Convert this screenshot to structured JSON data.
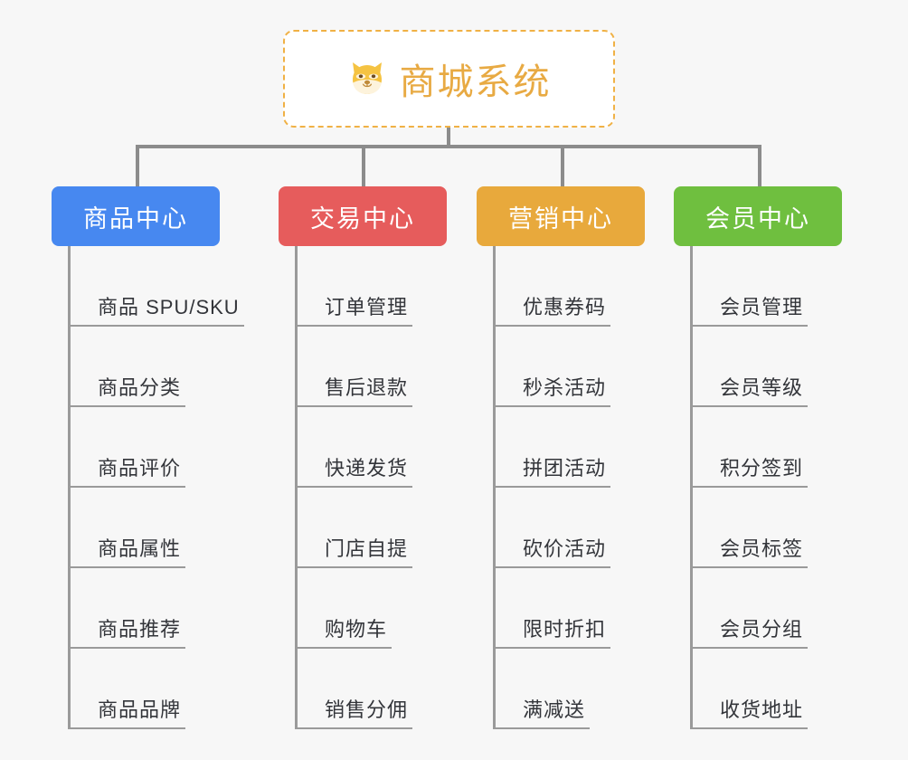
{
  "root": {
    "icon": "shiba-dog-face-icon",
    "title": "商城系统",
    "title_color": "#e8aa43",
    "border_color": "#f0b145",
    "background": "#ffffff"
  },
  "canvas": {
    "background": "#f7f7f7",
    "connector_color": "#8c8c8c"
  },
  "branches": [
    {
      "label": "商品中心",
      "color": "#4788f0",
      "items": [
        "商品 SPU/SKU",
        "商品分类",
        "商品评价",
        "商品属性",
        "商品推荐",
        "商品品牌"
      ]
    },
    {
      "label": "交易中心",
      "color": "#e65c5c",
      "items": [
        "订单管理",
        "售后退款",
        "快递发货",
        "门店自提",
        "购物车",
        "销售分佣"
      ]
    },
    {
      "label": "营销中心",
      "color": "#e8a93c",
      "items": [
        "优惠券码",
        "秒杀活动",
        "拼团活动",
        "砍价活动",
        "限时折扣",
        "满减送"
      ]
    },
    {
      "label": "会员中心",
      "color": "#6fbf3f",
      "items": [
        "会员管理",
        "会员等级",
        "积分签到",
        "会员标签",
        "会员分组",
        "收货地址"
      ]
    }
  ]
}
